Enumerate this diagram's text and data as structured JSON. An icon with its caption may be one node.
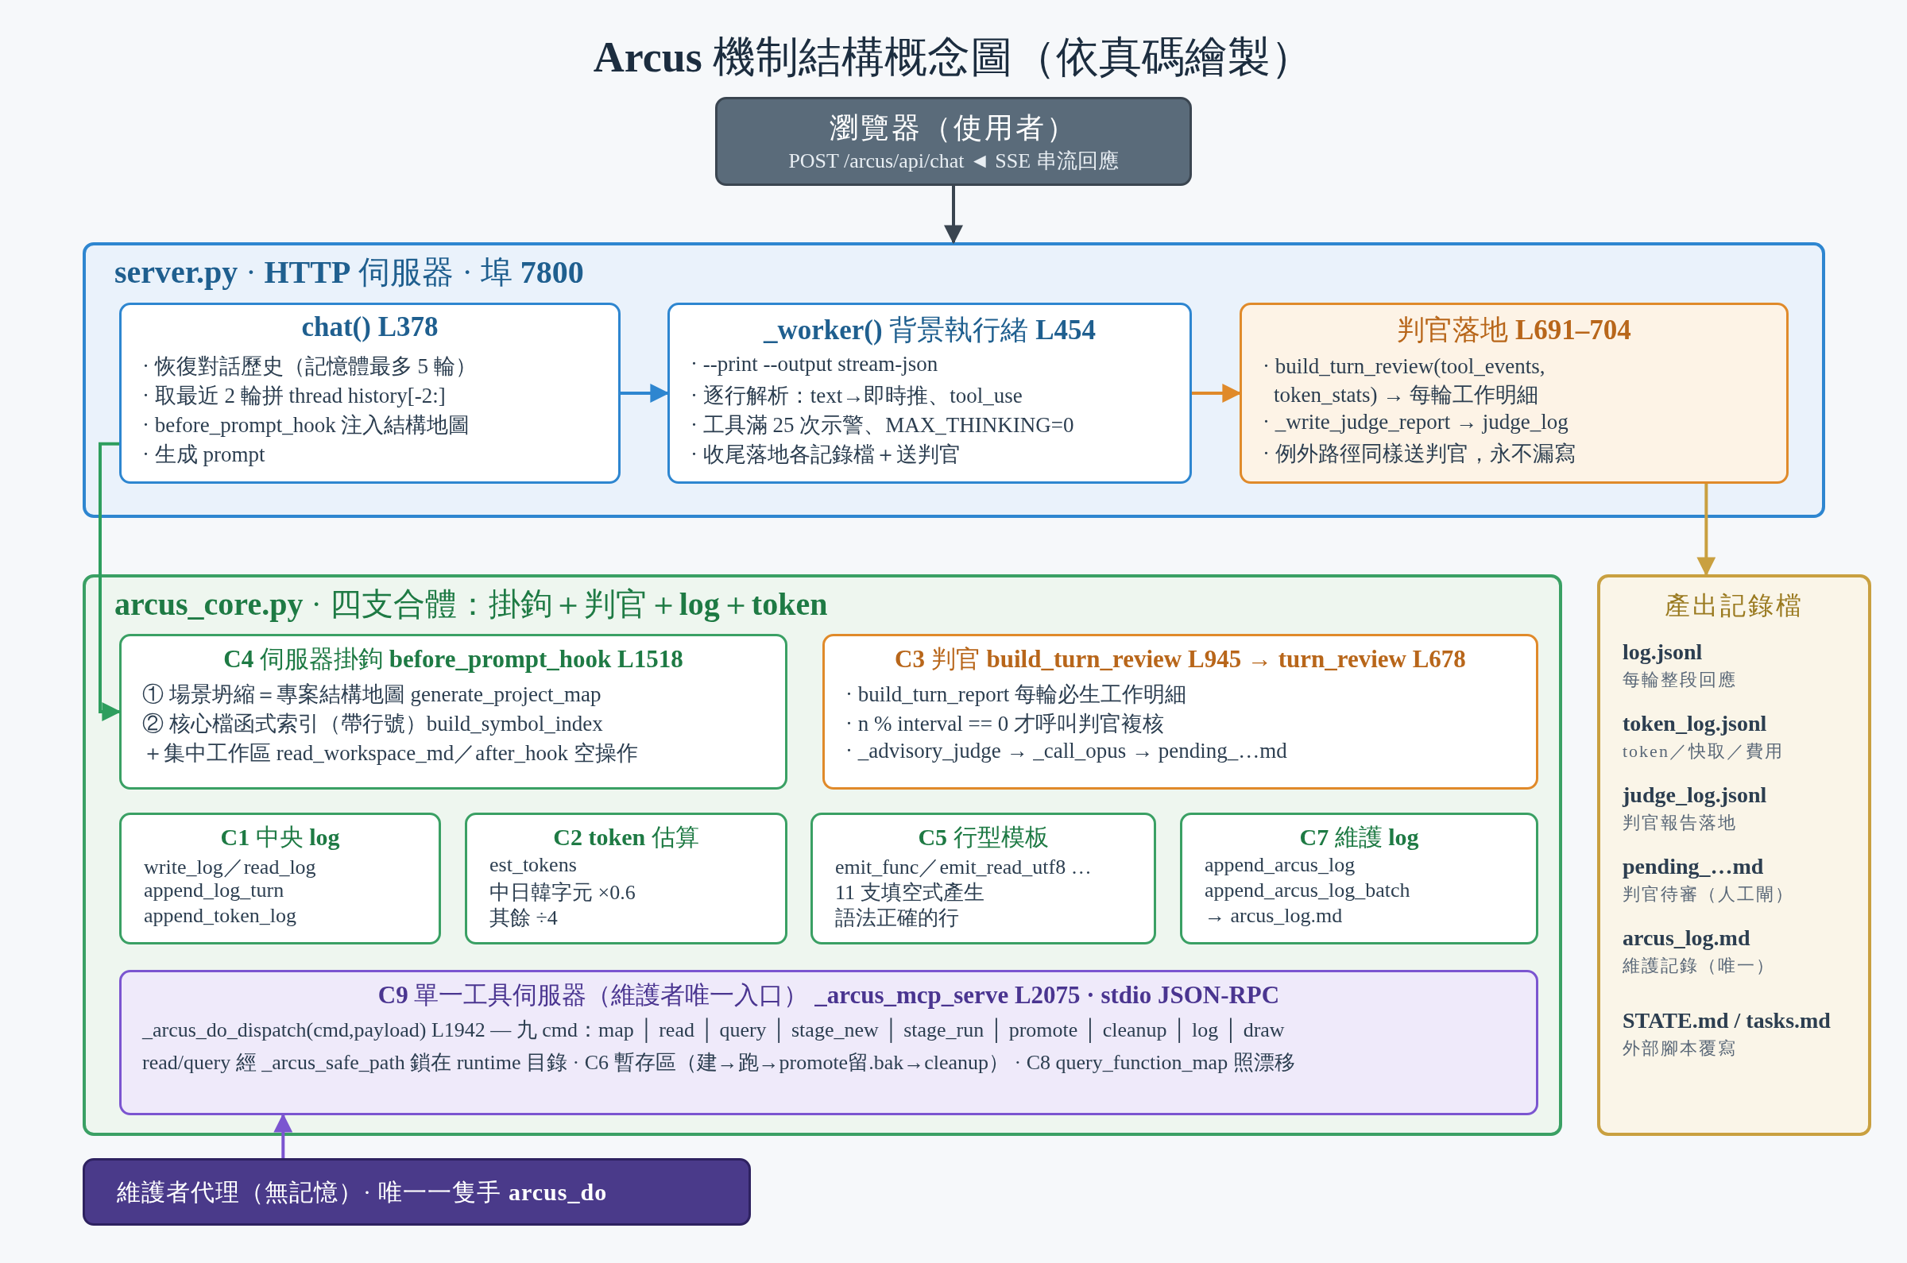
{
  "diagram": {
    "title": "**Arcus** 機制結構概念圖（依真碼繪製）",
    "nodes": [
      {
        "text": [
          "瀏覽器（使用者）",
          "POST /arcus/api/chat ◄ SSE 串流回應"
        ]
      },
      {
        "text": [
          "**server.py** · **HTTP** 伺服器 · 埠 **7800**"
        ]
      },
      {
        "text": [
          "chat()  L378",
          "· 恢復對話歷史（記憶體最多 5 輪）",
          "· 取最近 2 輪拼 thread  history[-2:]",
          "· before_prompt_hook 注入結構地圖",
          "· 生成 prompt"
        ],
        "in": 1
      },
      {
        "text": [
          "**_worker()** 背景執行緒 **L454**",
          "· --print --output stream-json",
          "· 逐行解析：text→即時推、tool_use",
          "· 工具滿 25 次示警、MAX_THINKING=0",
          "· 收尾落地各記錄檔＋送判官"
        ],
        "in": 1
      },
      {
        "text": [
          "判官落地 **L691–704**",
          "· build_turn_review(tool_events, token_stats) → 每輪工作明細",
          "· _write_judge_report → judge_log",
          "· 例外路徑同樣送判官，永不漏寫"
        ],
        "in": 1
      },
      {
        "text": [
          "**arcus_core.py** · 四支合體：掛鉤＋判官＋**log**＋**token**"
        ]
      },
      {
        "text": [
          "**C4** 伺服器掛鉤 **before_prompt_hook L1518**",
          "① 場景坍縮＝專案結構地圖 generate_project_map",
          "② 核心檔函式索引（帶行號）build_symbol_index",
          "＋集中工作區 read_workspace_md／after_hook 空操作"
        ],
        "in": 5
      },
      {
        "text": [
          "**C3** 判官 **build_turn_review L945 → turn_review L678**",
          "· build_turn_report 每輪必生工作明細",
          "· n % interval == 0 才呼叫判官複核",
          "· _advisory_judge → _call_opus → pending_…md"
        ],
        "in": 5
      },
      {
        "text": [
          "**C1** 中央 **log**",
          "write_log／read_log",
          "append_log_turn",
          "append_token_log"
        ],
        "in": 5
      },
      {
        "text": [
          "**C2 token** 估算",
          "est_tokens",
          "中日韓字元 ×0.6",
          "其餘 ÷4"
        ],
        "in": 5
      },
      {
        "text": [
          "**C5** 行型模板",
          "emit_func／emit_read_utf8 …",
          "11 支填空式產生",
          "語法正確的行"
        ],
        "in": 5
      },
      {
        "text": [
          "**C7** 維護 **log**",
          "append_arcus_log",
          "append_arcus_log_batch",
          "→ arcus_log.md"
        ],
        "in": 5
      },
      {
        "text": [
          "**C9** 單一工具伺服器（維護者唯一入口） **_arcus_mcp_serve L2075 · stdio JSON-RPC**",
          "_arcus_do_dispatch(cmd,payload) L1942 — 九 cmd：map │ read │ query │ stage_new │ stage_run │ promote │ cleanup │ log │ draw",
          "read/query 經 _arcus_safe_path 鎖在 runtime 目錄 · C6 暫存區（建→跑→promote留.bak→cleanup） · C8 query_function_map 照漂移"
        ],
        "in": 5
      },
      {
        "text": [
          "產出記錄檔",
          "log.jsonl",
          "每輪整段回應",
          "token_log.jsonl",
          "token／快取／費用",
          "judge_log.jsonl",
          "判官報告落地",
          "pending_…md",
          "判官待審（人工閘）",
          "arcus_log.md",
          "維護記錄（唯一）",
          "STATE.md / tasks.md",
          "外部腳本覆寫"
        ]
      },
      {
        "text": [
          "維護者代理（無記憶）· 唯一一隻手 **arcus_do**"
        ]
      }
    ],
    "edges": [
      {
        "from": 0,
        "to": 1,
        "arrow": "to",
        "color": "#3a4550"
      },
      {
        "from": 2,
        "to": 3,
        "arrow": "to",
        "color": "#2e86d0"
      },
      {
        "from": 3,
        "to": 4,
        "arrow": "to",
        "color": "#e08a2a"
      },
      {
        "from": 2,
        "to": 6,
        "arrow": "to",
        "color": "#2e9e5e"
      },
      {
        "from": 4,
        "to": 13,
        "arrow": "to",
        "color": "#c9a040"
      },
      {
        "from": 14,
        "to": 12,
        "arrow": "to",
        "color": "#7b55d0"
      }
    ]
  }
}
